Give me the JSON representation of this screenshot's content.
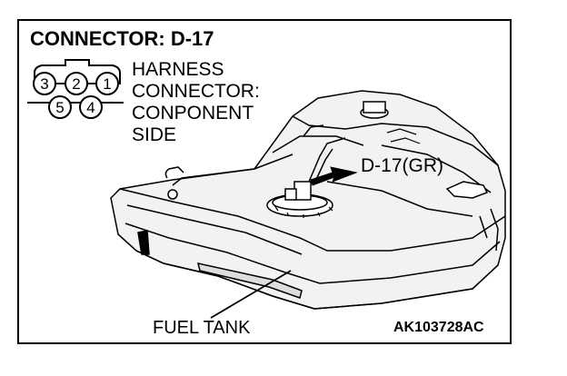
{
  "title": "CONNECTOR: D-17",
  "legend": {
    "line1": "HARNESS",
    "line2": "CONNECTOR:",
    "line3": "CONPONENT",
    "line4": "SIDE"
  },
  "connector_pins": {
    "top_row": [
      "3",
      "2",
      "1"
    ],
    "bottom_row": [
      "5",
      "4"
    ]
  },
  "connector_callout": "D-17(GR)",
  "component_label": "FUEL TANK",
  "figure_id": "AK103728AC"
}
